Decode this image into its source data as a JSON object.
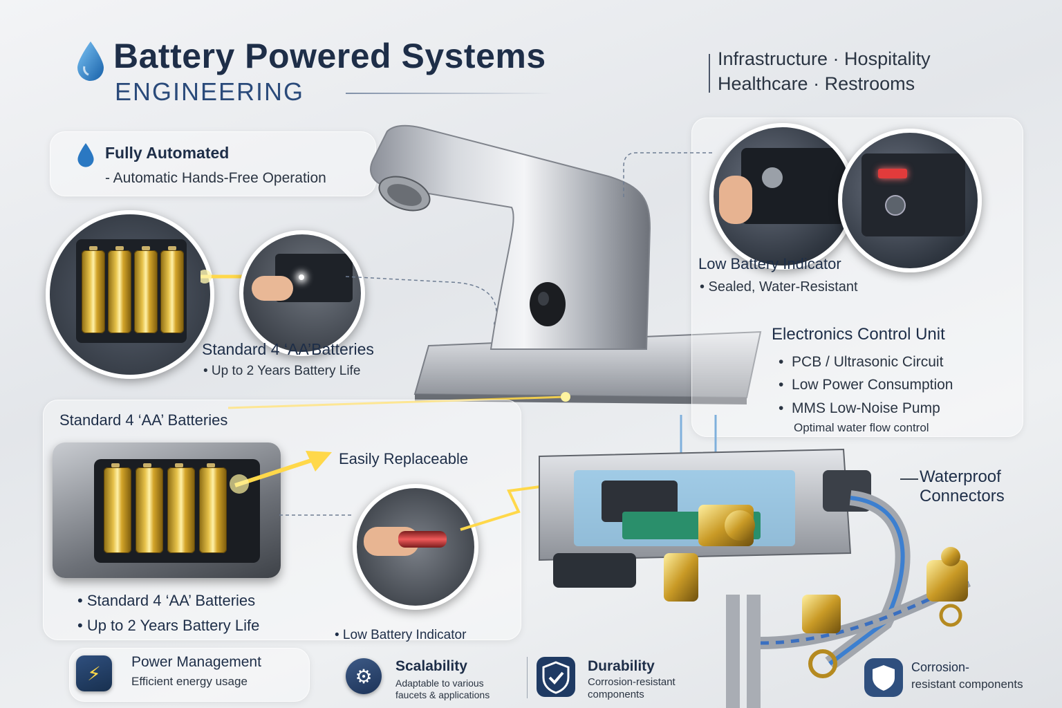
{
  "header": {
    "title": "Battery Powered Systems",
    "subtitle": "ENGINEERING",
    "sectors_line1": "Infrastructure · Hospitality",
    "sectors_line2": "Healthcare · Restrooms"
  },
  "automation": {
    "title": "Fully Automated",
    "detail": "- Automatic Hands-Free Operation"
  },
  "battery_top": {
    "title": "Standard 4 ‘AA’Batteries",
    "detail": "• Up to 2 Years Battery Life"
  },
  "indicator_top": {
    "title": "Low Battery Indicator",
    "detail": "•  Sealed, Water-Resistant"
  },
  "ecu": {
    "title": "Electronics Control Unit",
    "items": [
      "PCB / Ultrasonic Circuit",
      "Low Power Consumption",
      "MMS Low-Noise Pump"
    ],
    "note": "Optimal water flow control"
  },
  "battery_panel": {
    "heading": "Standard 4 ‘AA’ Batteries",
    "callout": "Easily Replaceable",
    "bullet1": "• Standard 4 ‘AA’ Batteries",
    "bullet2": "• Up to 2 Years Battery Life",
    "indicator": "• Low Battery Indicator"
  },
  "connectors": {
    "line1": "Waterproof",
    "line2": "Connectors"
  },
  "features": [
    {
      "title": "Power Management",
      "detail": "Efficient energy usage",
      "icon": "lightning-icon"
    },
    {
      "title": "Scalability",
      "detail1": "Adaptable to various",
      "detail2": "faucets & applications",
      "icon": "gear-wrench-icon"
    },
    {
      "title": "Durability",
      "detail1": "Corrosion-resistant",
      "detail2": "components",
      "icon": "shield-check-icon"
    },
    {
      "title1": "Corrosion-",
      "title2": "resistant components",
      "icon": "shield-icon"
    }
  ],
  "colors": {
    "accent": "#1f3a63",
    "water": "#2f7fc9",
    "battery_gold": "#d4a52a",
    "glow": "#ffd84a"
  }
}
